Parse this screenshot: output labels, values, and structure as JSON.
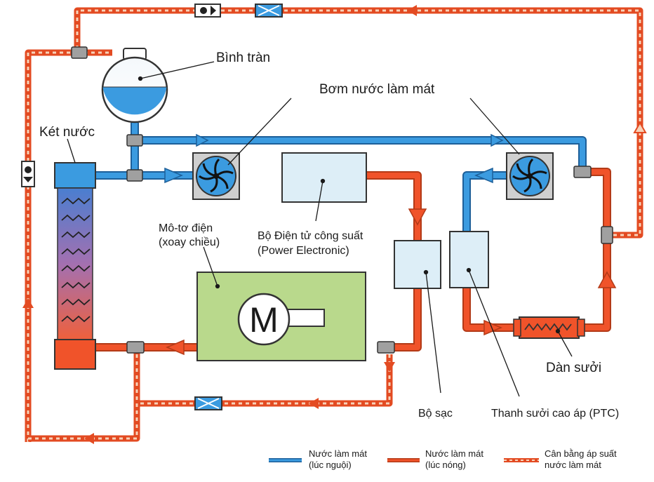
{
  "labels": {
    "expansion_tank": "Bình tràn",
    "pump": "Bơm nước làm mát",
    "radiator": "Két nước",
    "motor_line1": "Mô-tơ điện",
    "motor_line2": "(xoay chiều)",
    "power_line1": "Bộ Điện tử công suất",
    "power_line2": "(Power Electronic)",
    "charger": "Bộ sạc",
    "ptc": "Thanh sưởi cao áp (PTC)",
    "heater_core": "Dàn sưởi",
    "motor_symbol": "M"
  },
  "legend": {
    "cold_line1": "Nước làm mát",
    "cold_line2": "(lúc nguội)",
    "hot_line1": "Nước làm mát",
    "hot_line2": "(lúc nóng)",
    "balance_line1": "Cân bằng áp suất",
    "balance_line2": "nước làm mát"
  },
  "colors": {
    "cold": "#3b9be0",
    "hot": "#f0532a",
    "balance_stripe": "#f7d2b8",
    "motor_box": "#b9d98c",
    "module": "#ddeef7",
    "fitting": "#9a9a9a"
  }
}
